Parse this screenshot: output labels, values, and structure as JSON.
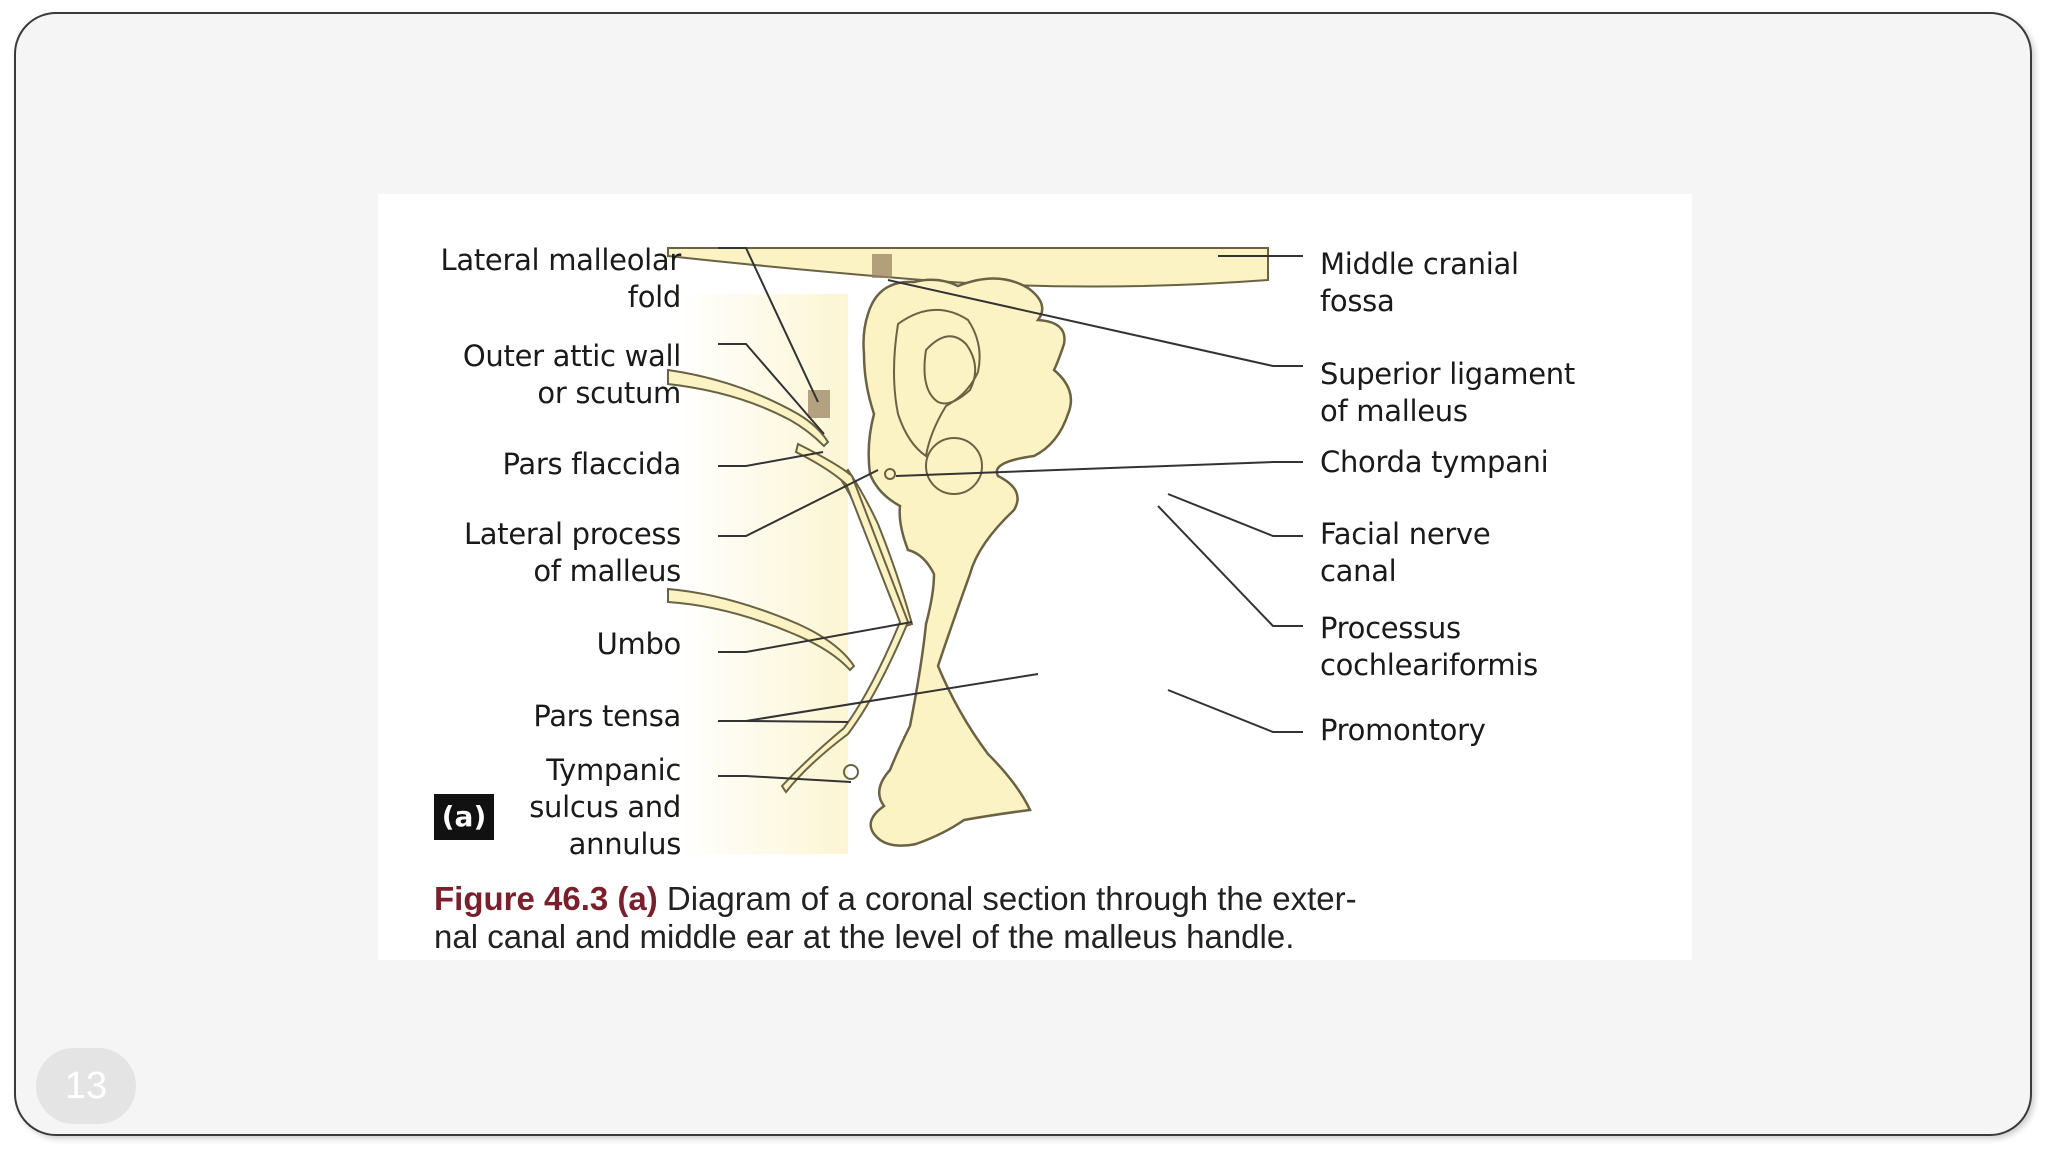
{
  "slide": {
    "page_number": "13",
    "figure": {
      "tag": "(a)",
      "caption_label": "Figure 46.3",
      "caption_tag": "(a)",
      "caption_text": " Diagram of a coronal section through the exter-\nnal canal and middle ear at the level of the malleus handle.",
      "labels_left": [
        "Lateral malleolar\nfold",
        "Outer attic wall\nor scutum",
        "Pars flaccida",
        "Lateral process\nof malleus",
        "Umbo",
        "Pars tensa",
        "Tympanic\nsulcus and\nannulus"
      ],
      "labels_right": [
        "Middle cranial\nfossa",
        "Superior ligament\nof malleus",
        "Chorda tympani",
        "Facial nerve\ncanal",
        "Processus\ncochleariformis",
        "Promontory"
      ]
    }
  },
  "colors": {
    "structure_fill": "#fbf3c4",
    "outline": "#2a2a2a",
    "caption_accent": "#7a1f2b",
    "slide_bg": "#f5f5f5"
  }
}
